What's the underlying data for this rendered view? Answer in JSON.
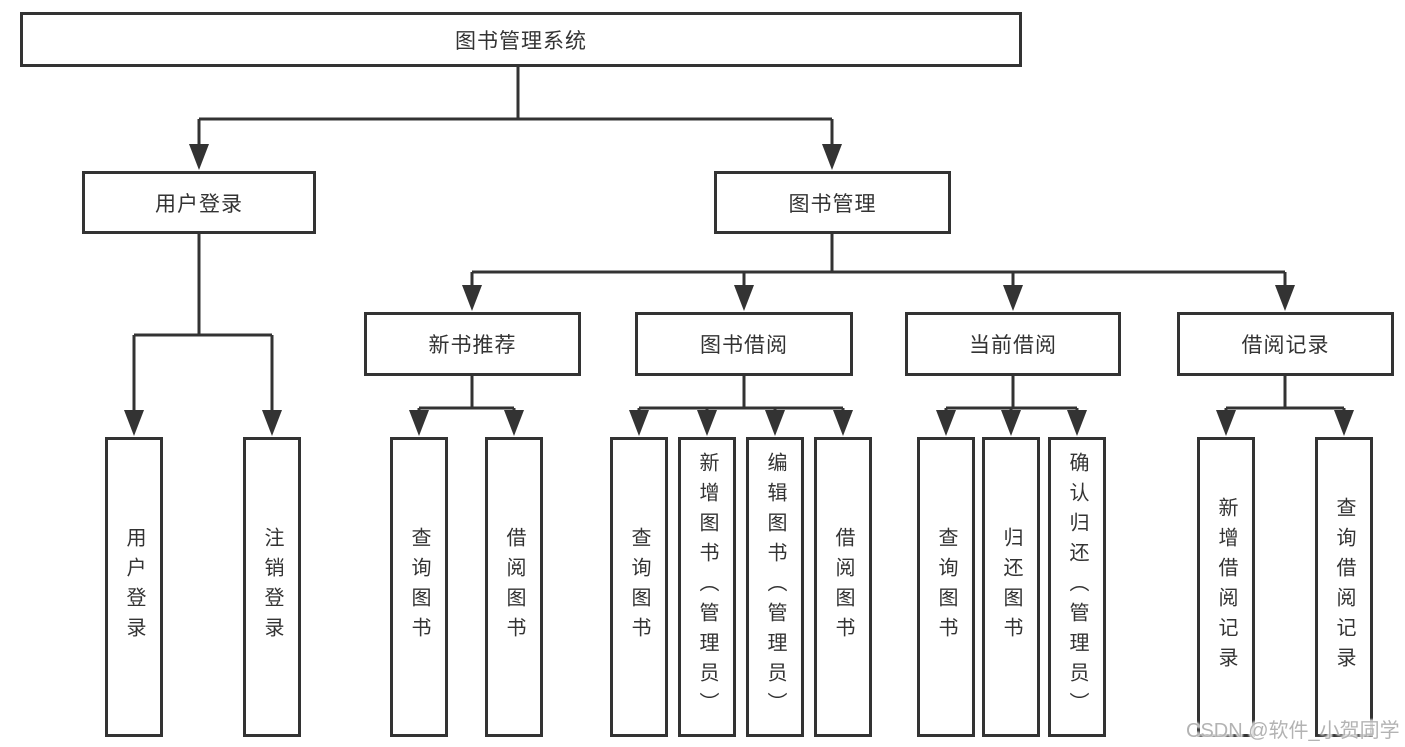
{
  "diagram": {
    "root": {
      "label": "图书管理系统"
    },
    "level2": [
      {
        "label": "用户登录",
        "children": [
          {
            "label": "用户登录"
          },
          {
            "label": "注销登录"
          }
        ]
      },
      {
        "label": "图书管理",
        "children": [
          {
            "label": "新书推荐",
            "children": [
              {
                "label": "查询图书"
              },
              {
                "label": "借阅图书"
              }
            ]
          },
          {
            "label": "图书借阅",
            "children": [
              {
                "label": "查询图书"
              },
              {
                "label": "新增图书（管理员）"
              },
              {
                "label": "编辑图书（管理员）"
              },
              {
                "label": "借阅图书"
              }
            ]
          },
          {
            "label": "当前借阅",
            "children": [
              {
                "label": "查询图书"
              },
              {
                "label": "归还图书"
              },
              {
                "label": "确认归还（管理员）"
              }
            ]
          },
          {
            "label": "借阅记录",
            "children": [
              {
                "label": "新增借阅记录"
              },
              {
                "label": "查询借阅记录"
              }
            ]
          }
        ]
      }
    ]
  },
  "watermark": {
    "text": "CSDN @软件_小贺同学"
  },
  "colors": {
    "line": "#333333",
    "text": "#333333",
    "background": "#ffffff",
    "watermark_gray": "#b3b3b3"
  }
}
